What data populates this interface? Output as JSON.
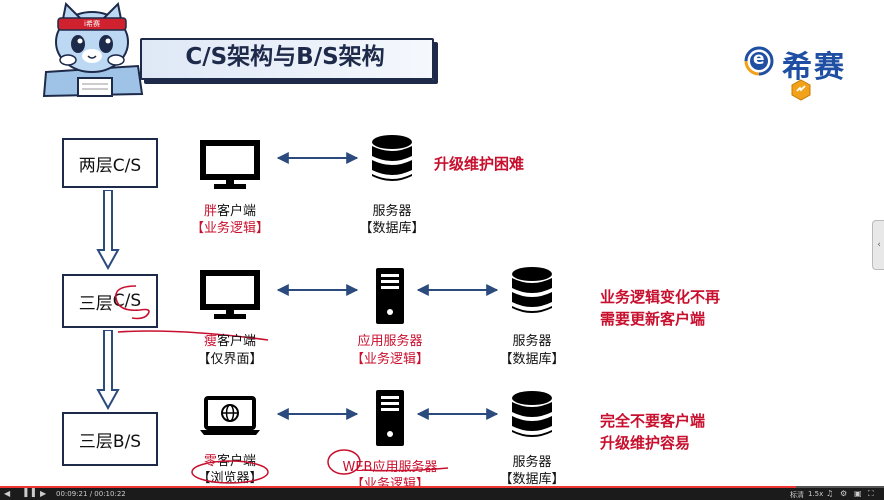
{
  "slide": {
    "title": "C/S架构与B/S架构",
    "brand": "希赛",
    "brand_logo_letter": "e",
    "mascot_badge": "i希赛"
  },
  "rows": [
    {
      "tier": "两层C/S",
      "client_label": "胖",
      "client_label_suffix": "客户端",
      "client_sub": "【业务逻辑】",
      "server_label": "服务器",
      "server_sub": "【数据库】",
      "note": "升级维护困难"
    },
    {
      "tier_prefix": "三层",
      "tier_suffix": "C/S",
      "client_label": "瘦",
      "client_label_suffix": "客户端",
      "client_sub": "【仅界面】",
      "app_label": "应用服务器",
      "app_sub": "【业务逻辑】",
      "server_label": "服务器",
      "server_sub": "【数据库】",
      "note_line1": "业务逻辑变化不再",
      "note_line2": "需要更新客户端"
    },
    {
      "tier": "三层B/S",
      "client_label": "零",
      "client_label_suffix": "客户端",
      "client_sub": "【浏览器】",
      "app_label_prefix": "WEB",
      "app_label": "应用服务器",
      "app_sub": "【业务逻辑】",
      "server_label": "服务器",
      "server_sub": "【数据库】",
      "note_line1": "完全不要客户端",
      "note_line2": "升级维护容易"
    }
  ],
  "player": {
    "current_time": "00:09:21",
    "separator": "/",
    "total_time": "00:10:22",
    "quality": "标清",
    "speed": "1.5x",
    "progress": 0.9
  },
  "colors": {
    "accent": "#c8102e",
    "navy": "#1e2a4a",
    "arrow": "#2b4a7e",
    "brand_blue": "#1f4fa3"
  }
}
